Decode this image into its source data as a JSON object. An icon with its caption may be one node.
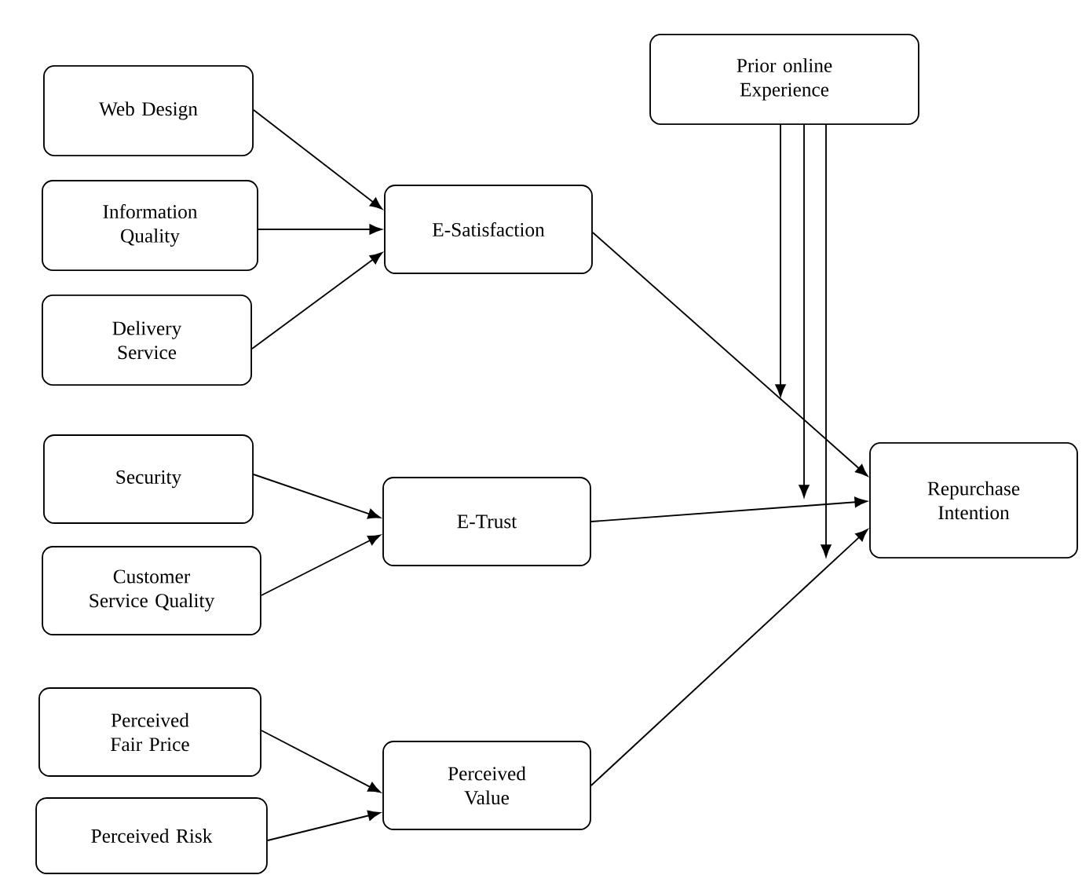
{
  "diagram": {
    "nodes": [
      {
        "text": [
          "Web Design"
        ]
      },
      {
        "text": [
          "Information Quality"
        ]
      },
      {
        "text": [
          "Delivery Service"
        ]
      },
      {
        "text": [
          "Security"
        ]
      },
      {
        "text": [
          "Customer Service Quality"
        ]
      },
      {
        "text": [
          "Perceived Fair Price"
        ]
      },
      {
        "text": [
          "Perceived Risk"
        ]
      },
      {
        "text": [
          "E-Satisfaction"
        ]
      },
      {
        "text": [
          "E-Trust"
        ]
      },
      {
        "text": [
          "Perceived Value"
        ]
      },
      {
        "text": [
          "Prior online Experience"
        ]
      },
      {
        "text": [
          "Repurchase Intention"
        ]
      }
    ],
    "edges": [
      {
        "from": 0,
        "to": 7,
        "arrow": "to"
      },
      {
        "from": 1,
        "to": 7,
        "arrow": "to"
      },
      {
        "from": 2,
        "to": 7,
        "arrow": "to"
      },
      {
        "from": 3,
        "to": 8,
        "arrow": "to"
      },
      {
        "from": 4,
        "to": 8,
        "arrow": "to"
      },
      {
        "from": 5,
        "to": 9,
        "arrow": "to"
      },
      {
        "from": 6,
        "to": 9,
        "arrow": "to"
      },
      {
        "from": 7,
        "to": 11,
        "arrow": "to"
      },
      {
        "from": 8,
        "to": 11,
        "arrow": "to"
      },
      {
        "from": 9,
        "to": 11,
        "arrow": "to"
      },
      {
        "from": 10,
        "to": null,
        "arrow": "to"
      },
      {
        "from": 10,
        "to": null,
        "arrow": "to"
      },
      {
        "from": 10,
        "to": null,
        "arrow": "to"
      }
    ]
  }
}
